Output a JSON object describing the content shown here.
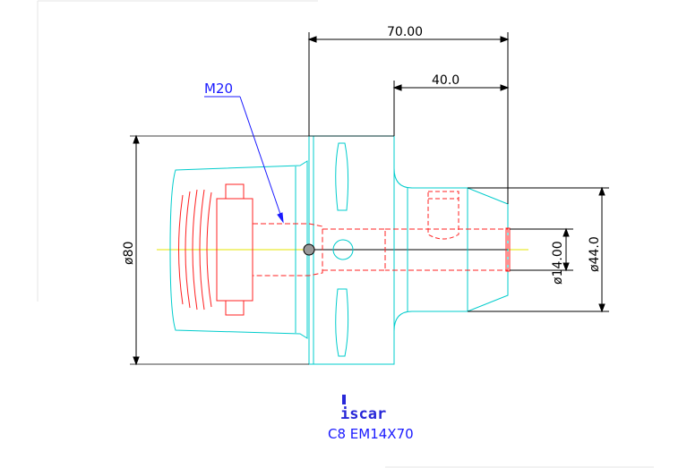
{
  "drawing": {
    "dimensions": {
      "length_total": "70.00",
      "length_shank": "40.0",
      "diameter_body": "ø80",
      "diameter_shank": "ø44.0",
      "diameter_bore": "ø14.00"
    },
    "thread_label": "M20",
    "logo_text": "iscar",
    "caption": "C8  EM14X70",
    "colors": {
      "body_outline": "#00d4d4",
      "screw": "#ff2020",
      "dimension": "#000000",
      "leader": "#1a1aff",
      "centerline": "#e6e600"
    }
  }
}
